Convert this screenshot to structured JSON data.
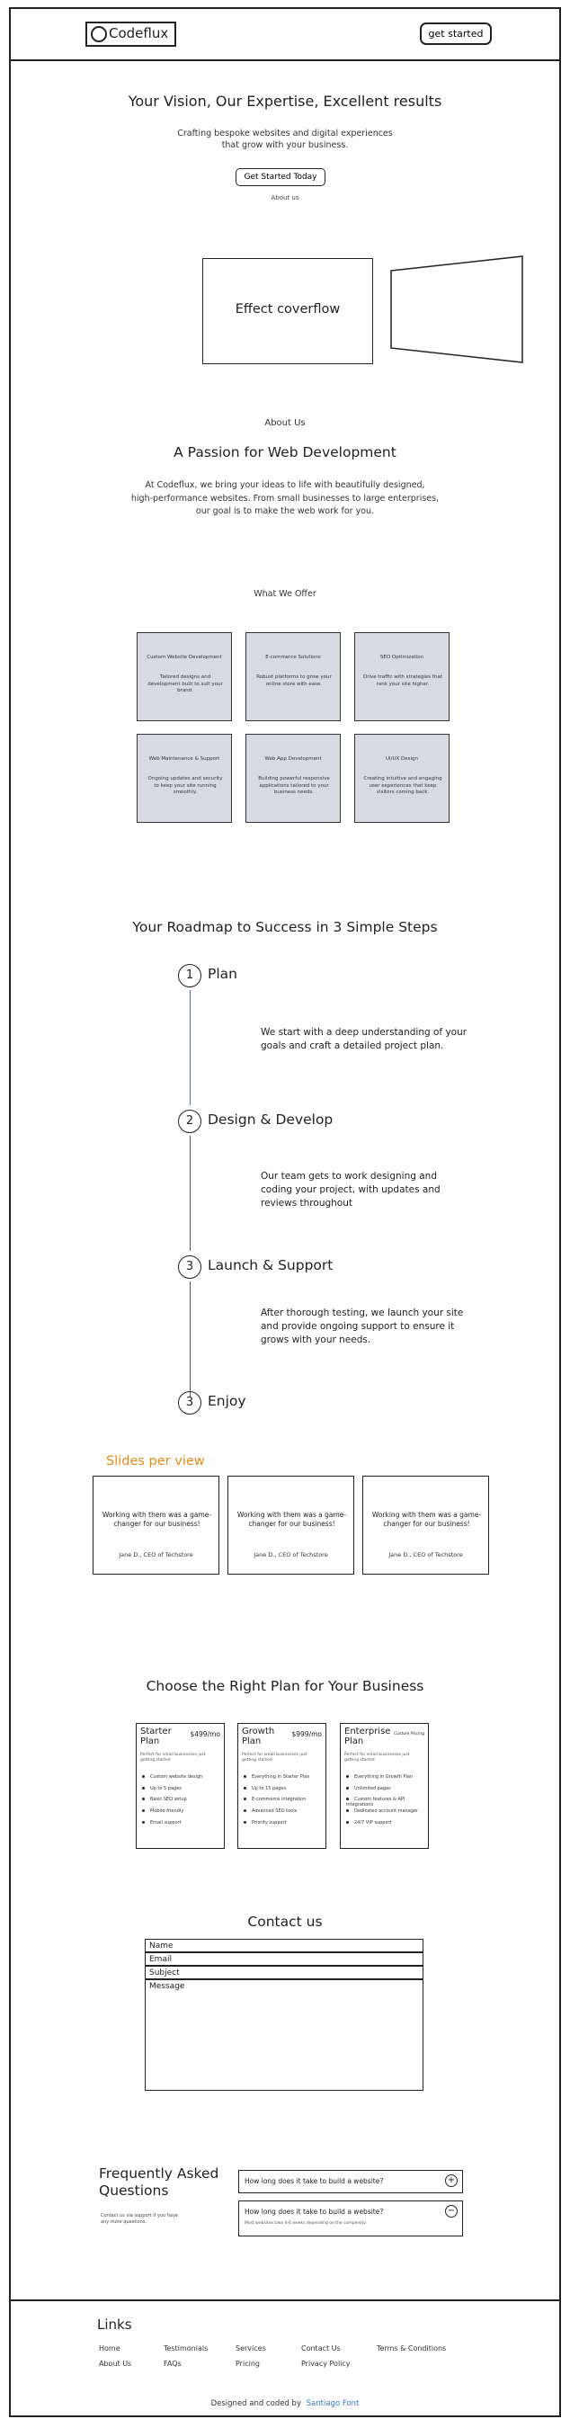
{
  "header": {
    "logo_text": "Codeflux",
    "cta_label": "get started"
  },
  "hero": {
    "title": "Your Vision, Our Expertise, Excellent results",
    "subtitle_line1": "Crafting bespoke websites and digital experiences",
    "subtitle_line2": "that grow with your business.",
    "button_label": "Get Started Today",
    "about_link": "About us"
  },
  "coverflow": {
    "label": "Effect coverflow"
  },
  "about": {
    "label": "About Us",
    "title": "A Passion for Web Development",
    "text_line1": "At Codeflux, we bring your ideas to life with beautifully designed,",
    "text_line2": "high-performance websites. From small businesses to large enterprises,",
    "text_line3": "our goal is to make the web work for you."
  },
  "offer": {
    "label": "What We Offer",
    "cards": [
      {
        "title": "Custom Website Development",
        "desc": "Tailored designs and development built to suit your brand."
      },
      {
        "title": "E-commerce Solutions",
        "desc": "Robust platforms to grow your online store with ease."
      },
      {
        "title": "SEO Optimization",
        "desc": "Drive traffic with strategies that rank your site higher."
      },
      {
        "title": "Web Maintenance & Support",
        "desc": "Ongoing updates and security to keep your site running smoothly."
      },
      {
        "title": "Web App Development",
        "desc": "Building powerful responsive applications tailored to your business needs."
      },
      {
        "title": "UI/UX Design",
        "desc": "Creating intuitive and engaging user experiences that keep visitors coming back."
      }
    ]
  },
  "roadmap": {
    "title": "Your Roadmap to Success in 3 Simple Steps",
    "steps": [
      {
        "num": "1",
        "label": "Plan",
        "text": "We start with a deep understanding of your goals and craft a detailed project plan."
      },
      {
        "num": "2",
        "label": "Design & Develop",
        "text": "Our team gets to work designing and coding your project, with updates and reviews throughout"
      },
      {
        "num": "3",
        "label": "Launch & Support",
        "text": "After thorough testing, we launch your site and provide ongoing support to ensure it grows with your needs."
      },
      {
        "num": "3",
        "label": "Enjoy",
        "text": ""
      }
    ]
  },
  "slides": {
    "title": "Slides per view",
    "items": [
      {
        "quote": "Working with them was a game-changer for our business!",
        "author": "Jane D., CEO of Techstore"
      },
      {
        "quote": "Working with them was a game-changer for our business!",
        "author": "Jane D., CEO of Techstore"
      },
      {
        "quote": "Working with them was a game-changer for our business!",
        "author": "Jane D., CEO of Techstore"
      }
    ]
  },
  "pricing": {
    "title": "Choose the Right Plan for Your Business",
    "plans": [
      {
        "name": "Starter Plan",
        "price": "$499/mo",
        "desc": "Perfect for small businesses just getting started",
        "features": [
          "Custom website design",
          "Up to 5 pages",
          "Basic SEO setup",
          "Mobile-friendly",
          "Email support"
        ]
      },
      {
        "name": "Growth Plan",
        "price": "$999/mo",
        "desc": "Perfect for small businesses just getting started",
        "features": [
          "Everything in Starter Plan",
          "Up to 15 pages",
          "E-commerce integration",
          "Advanced SEO tools",
          "Priority support"
        ]
      },
      {
        "name": "Enterprise Plan",
        "price": "Custom Pricing",
        "desc": "Perfect for small businesses just getting started",
        "features": [
          "Everything in Growth Plan",
          "Unlimited pages",
          "Custom features & API integrations",
          "Dedicated account manager",
          "24/7 VIP support"
        ]
      }
    ]
  },
  "contact": {
    "title": "Contact us",
    "name_placeholder": "Name",
    "email_placeholder": "Email",
    "subject_placeholder": "Subject",
    "message_placeholder": "Message"
  },
  "faq": {
    "title": "Frequently Asked Questions",
    "subtitle": "Contact us via support if you have any more questions.",
    "items": [
      {
        "question": "How long does it take to build a website?",
        "answer": "",
        "icon": "plus-icon"
      },
      {
        "question": "How long does it take to build a website?",
        "answer": "Most websites take 4-6 weeks depending on the complexity.",
        "icon": "minus-icon"
      }
    ]
  },
  "footer": {
    "links_title": "Links",
    "links": [
      "Home",
      "Testimonials",
      "Services",
      "Contact Us",
      "Terms & Conditions",
      "About Us",
      "FAQs",
      "Pricing",
      "Privacy Policy"
    ],
    "credit_prefix": "Designed and coded by",
    "credit_brand": "Santiago Font",
    "brand_color": "#2e7bbf"
  }
}
